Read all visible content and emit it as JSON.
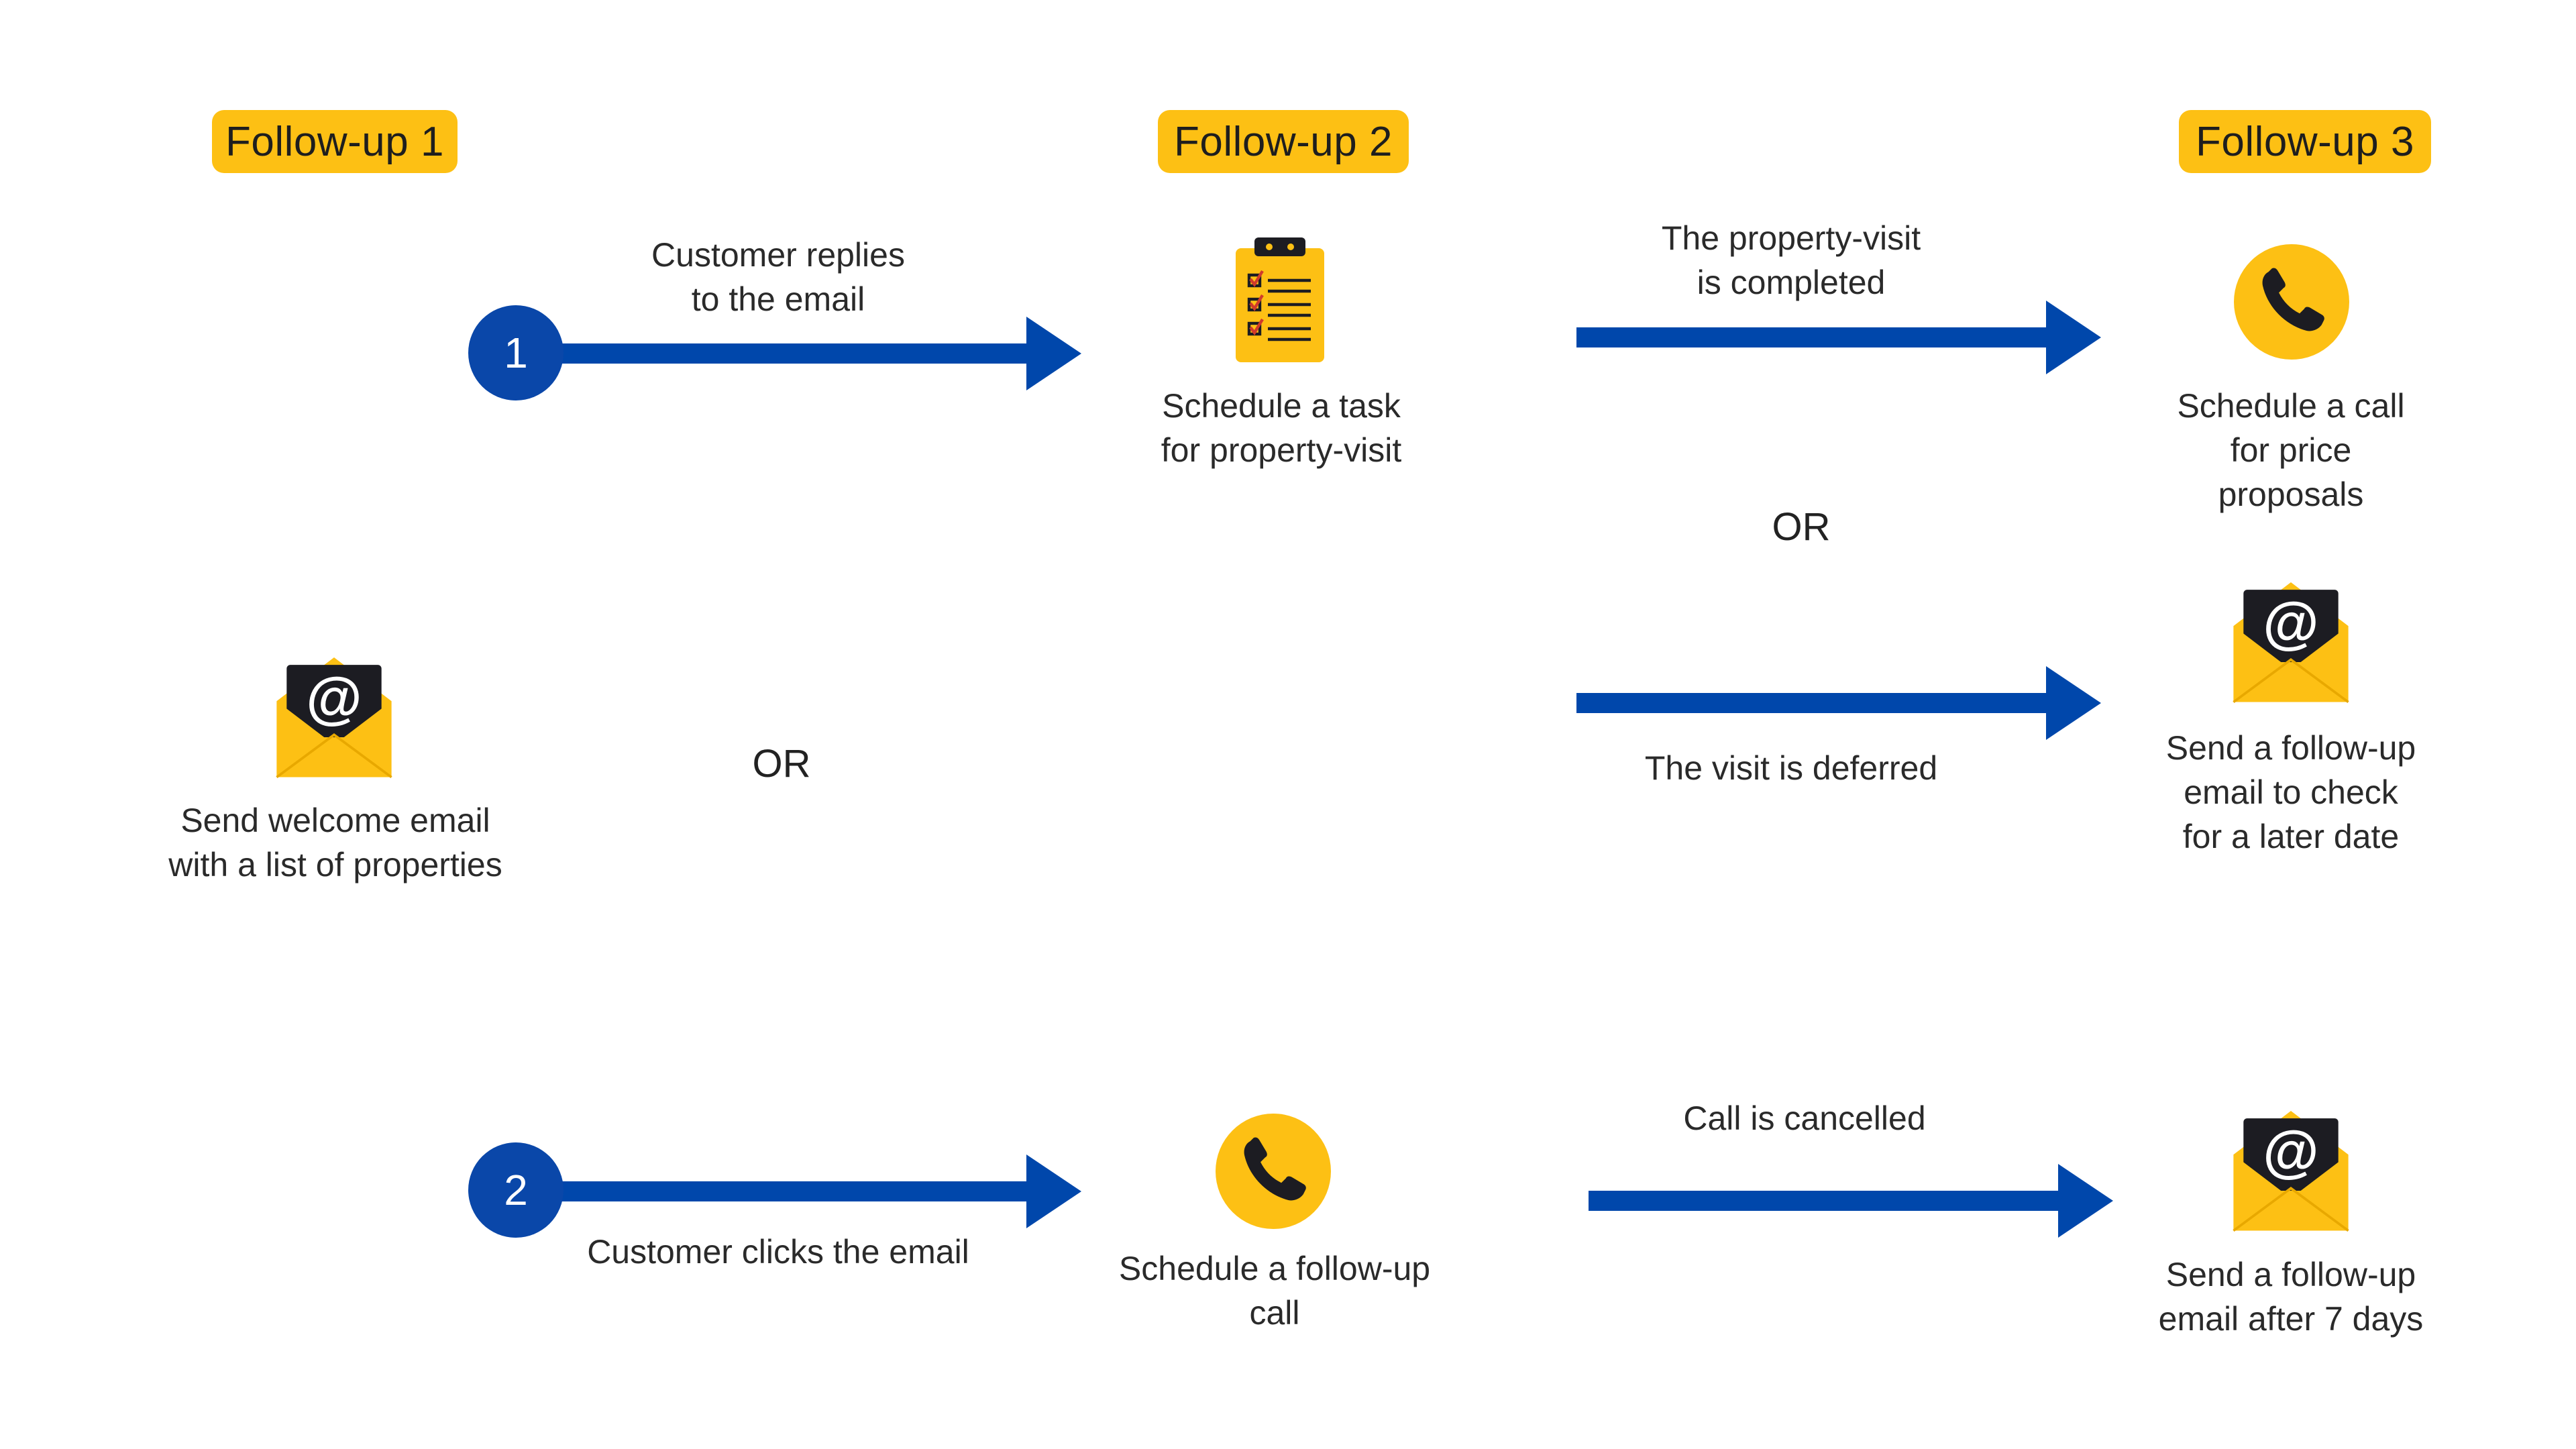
{
  "colors": {
    "badge": "#FDC014",
    "arrow": "#0047AB",
    "circle": "#0A47A9",
    "icon_yellow": "#FDC014",
    "icon_dark": "#1C1C22"
  },
  "headers": {
    "followup1": "Follow-up 1",
    "followup2": "Follow-up 2",
    "followup3": "Follow-up 3"
  },
  "start": {
    "icon": "email-at-icon",
    "label": "Send welcome email\nwith a list of properties"
  },
  "or_labels": {
    "middle": "OR",
    "right": "OR"
  },
  "branch1": {
    "number": "1",
    "trigger": "Customer replies\nto the email",
    "step2": {
      "icon": "clipboard-checklist-icon",
      "label": "Schedule a task\nfor property-visit"
    },
    "path_a": {
      "trigger": "The property-visit\nis completed",
      "step3": {
        "icon": "phone-icon",
        "label": "Schedule a call\nfor price\nproposals"
      }
    },
    "path_b": {
      "trigger": "The visit is deferred",
      "step3": {
        "icon": "email-at-icon",
        "label": "Send a follow-up\nemail to check\nfor a later date"
      }
    }
  },
  "branch2": {
    "number": "2",
    "trigger": "Customer clicks the email",
    "step2": {
      "icon": "phone-icon",
      "label": "Schedule a follow-up\ncall"
    },
    "path": {
      "trigger": "Call is cancelled",
      "step3": {
        "icon": "email-at-icon",
        "label": "Send a follow-up\nemail after 7 days"
      }
    }
  }
}
